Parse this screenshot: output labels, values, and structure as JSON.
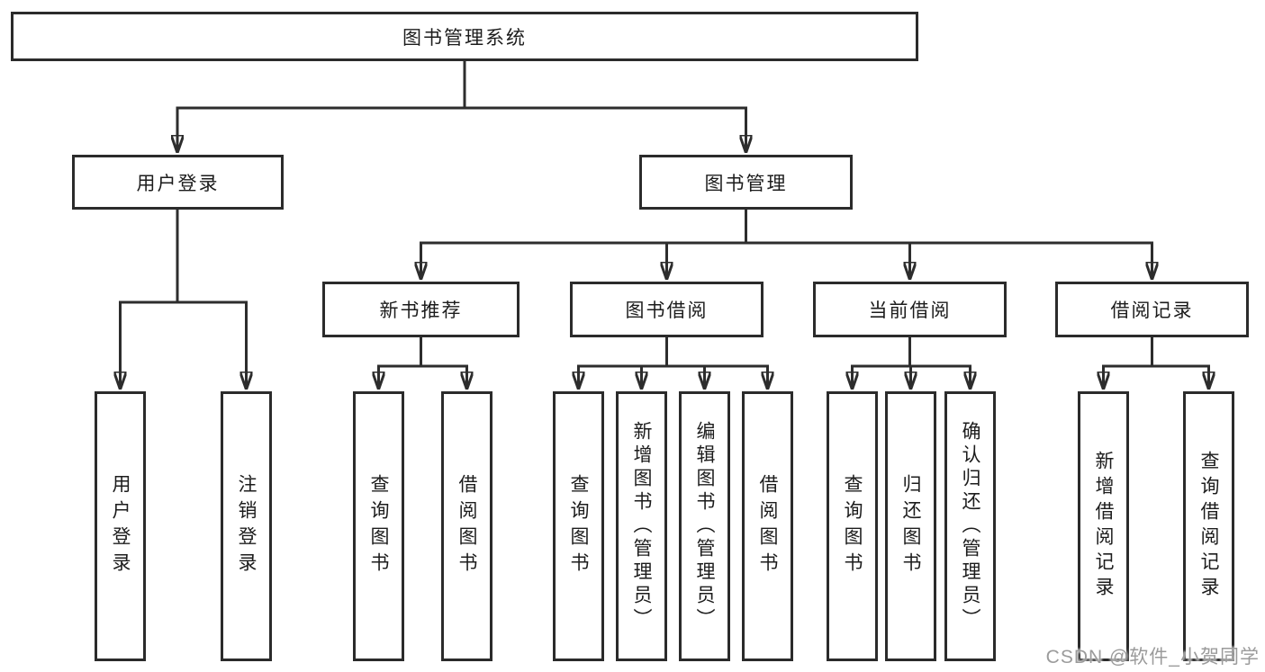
{
  "tree": {
    "root": {
      "label": "图书管理系统"
    },
    "branches": [
      {
        "label": "用户登录",
        "children": [
          {
            "label": "用户登录"
          },
          {
            "label": "注销登录"
          }
        ]
      },
      {
        "label": "图书管理",
        "groups": [
          {
            "label": "新书推荐",
            "children": [
              {
                "label": "查询图书"
              },
              {
                "label": "借阅图书"
              }
            ]
          },
          {
            "label": "图书借阅",
            "children": [
              {
                "label": "查询图书"
              },
              {
                "label": "新增图书（管理员）"
              },
              {
                "label": "编辑图书（管理员）"
              },
              {
                "label": "借阅图书"
              }
            ]
          },
          {
            "label": "当前借阅",
            "children": [
              {
                "label": "查询图书"
              },
              {
                "label": "归还图书"
              },
              {
                "label": "确认归还（管理员）"
              }
            ]
          },
          {
            "label": "借阅记录",
            "children": [
              {
                "label": "新增借阅记录"
              },
              {
                "label": "查询借阅记录"
              }
            ]
          }
        ]
      }
    ]
  },
  "watermark": "CSDN @软件_小贺同学",
  "colors": {
    "line": "#2d2d2d",
    "box_border": "#2b2b2b",
    "text": "#1c1c1c",
    "watermark": "#9b9b9b",
    "background": "#ffffff"
  }
}
